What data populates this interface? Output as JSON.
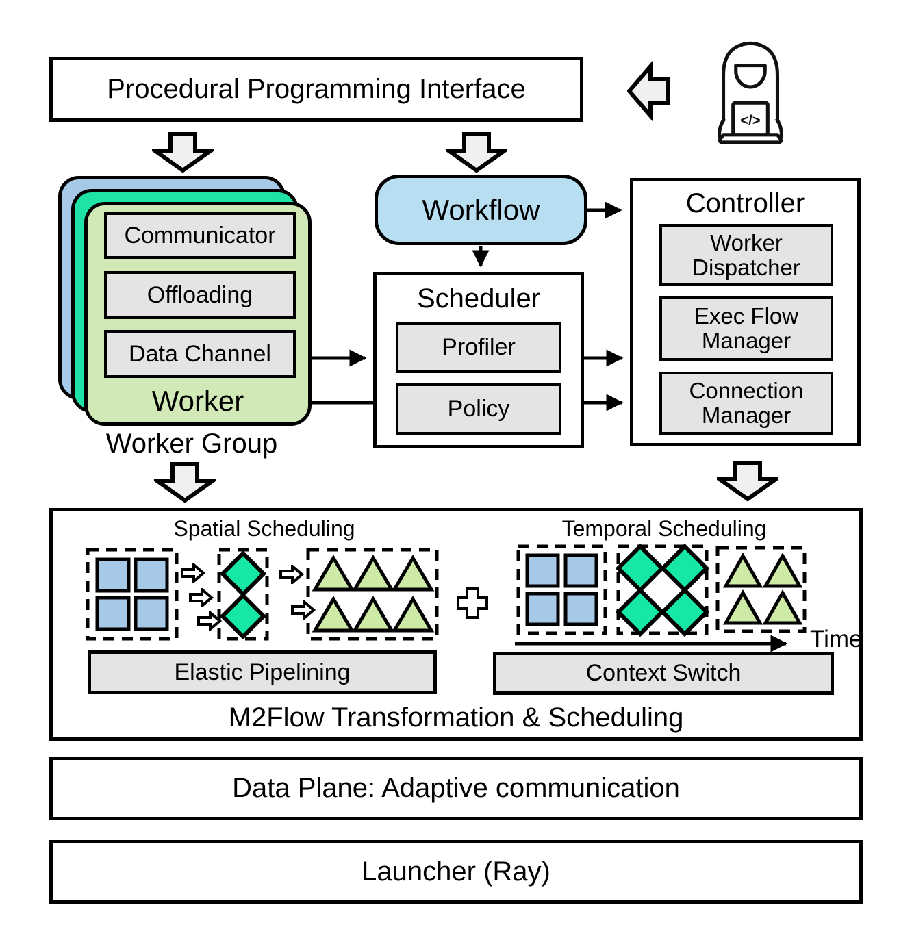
{
  "colors": {
    "layer-blue": "#a7c9e8",
    "layer-green": "#1fe3a6",
    "layer-lightgreen": "#d0e9b6",
    "workflow-blue": "#b7def1",
    "module-gray": "#e4e4e4",
    "shape-square": "#a7c9e8",
    "shape-diamond": "#17e7a6",
    "shape-triangle": "#cdeaa6",
    "arrow-fill": "#f0f0f0",
    "line": "#000000"
  },
  "top_bar": {
    "title": "Procedural Programming Interface"
  },
  "user": {
    "laptop_code": "</>"
  },
  "worker_group": {
    "label": "Worker Group",
    "worker_label": "Worker",
    "modules": [
      "Communicator",
      "Offloading",
      "Data Channel"
    ]
  },
  "workflow": {
    "label": "Workflow"
  },
  "scheduler": {
    "title": "Scheduler",
    "modules": [
      "Profiler",
      "Policy"
    ]
  },
  "controller": {
    "title": "Controller",
    "modules": [
      "Worker Dispatcher",
      "Exec Flow Manager",
      "Connection Manager"
    ]
  },
  "m2flow": {
    "title": "M2Flow Transformation & Scheduling",
    "spatial": {
      "title": "Spatial Scheduling",
      "bar": "Elastic Pipelining"
    },
    "temporal": {
      "title": "Temporal Scheduling",
      "bar": "Context Switch",
      "time_label": "Time"
    }
  },
  "data_plane": {
    "label": "Data Plane: Adaptive communication"
  },
  "launcher": {
    "label": "Launcher (Ray)"
  }
}
